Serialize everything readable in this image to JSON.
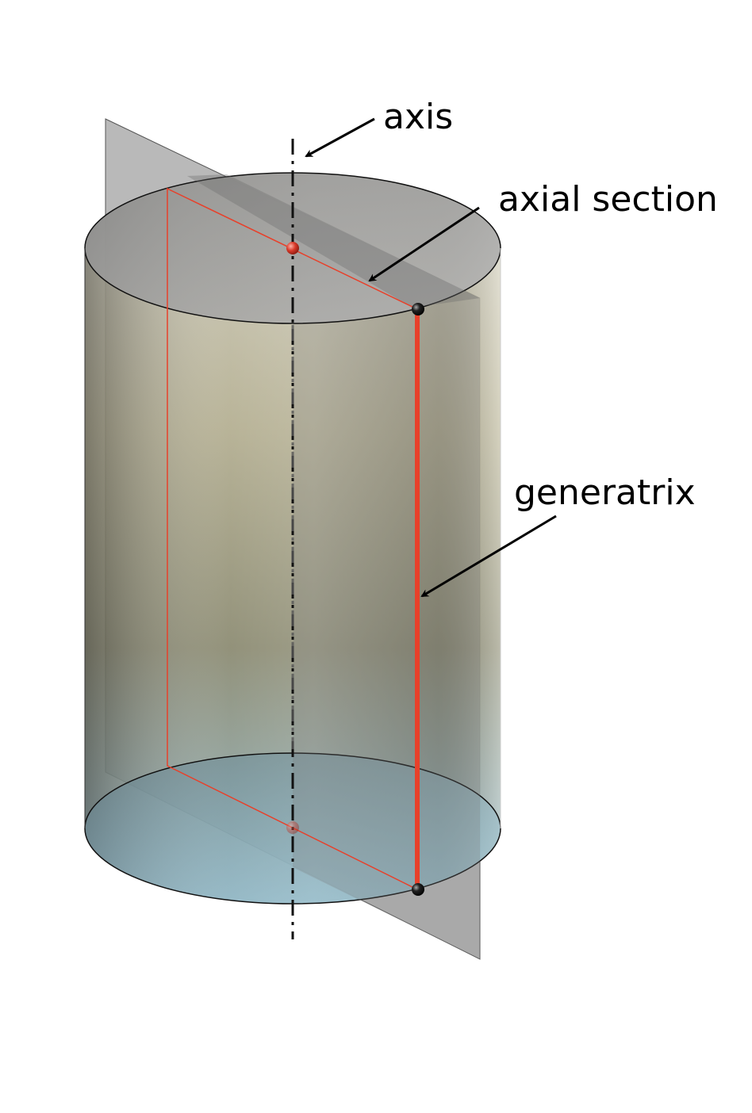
{
  "diagram": {
    "labels": {
      "axis": "axis",
      "axial_section": "axial section",
      "generatrix": "generatrix"
    },
    "colors": {
      "generatrix": "#e8402a",
      "section_outline": "#e8402a",
      "plane_fill": "#8a8a8a",
      "cylinder_top": "#c9c3a6",
      "cylinder_mid": "#8c8a6e",
      "cylinder_bottom": "#9cc6d6",
      "outline": "#111111",
      "axis": "#111111",
      "arrow": "#000000",
      "point_black": "#111111",
      "point_red": "#d93a2a"
    }
  }
}
